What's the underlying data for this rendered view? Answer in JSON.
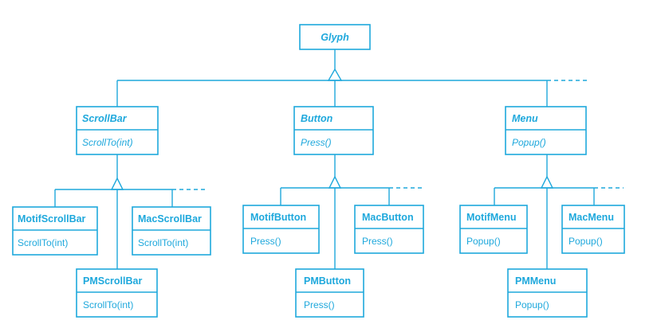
{
  "classes": {
    "glyph": {
      "name": "Glyph"
    },
    "scrollbar": {
      "name": "ScrollBar",
      "operation": "ScrollTo(int)"
    },
    "button": {
      "name": "Button",
      "operation": "Press()"
    },
    "menu": {
      "name": "Menu",
      "operation": "Popup()"
    },
    "motif_scrollbar": {
      "name": "MotifScrollBar",
      "operation": "ScrollTo(int)"
    },
    "mac_scrollbar": {
      "name": "MacScrollBar",
      "operation": "ScrollTo(int)"
    },
    "pm_scrollbar": {
      "name": "PMScrollBar",
      "operation": "ScrollTo(int)"
    },
    "motif_button": {
      "name": "MotifButton",
      "operation": "Press()"
    },
    "mac_button": {
      "name": "MacButton",
      "operation": "Press()"
    },
    "pm_button": {
      "name": "PMButton",
      "operation": "Press()"
    },
    "motif_menu": {
      "name": "MotifMenu",
      "operation": "Popup()"
    },
    "mac_menu": {
      "name": "MacMenu",
      "operation": "Popup()"
    },
    "pm_menu": {
      "name": "PMMenu",
      "operation": "Popup()"
    }
  },
  "colors": {
    "line": "#1ea8dc",
    "background": "#ffffff"
  }
}
